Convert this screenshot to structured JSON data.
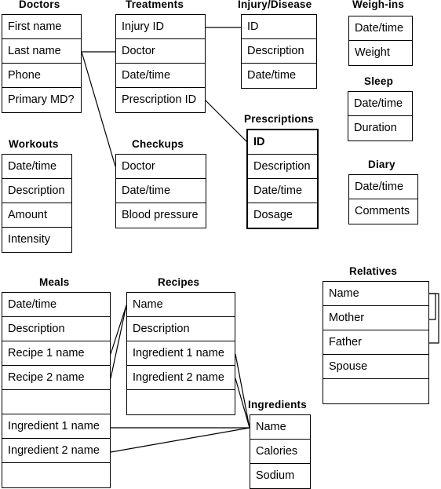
{
  "tables": [
    {
      "id": "doctors",
      "title": "Doctors",
      "fields": [
        "First name",
        "Last name",
        "Phone",
        "Primary MD?"
      ],
      "blank_rows": 0
    },
    {
      "id": "treatments",
      "title": "Treatments",
      "fields": [
        "Injury ID",
        "Doctor",
        "Date/time",
        "Prescription ID"
      ],
      "blank_rows": 0
    },
    {
      "id": "injury_disease",
      "title": "Injury/Disease",
      "fields": [
        "ID",
        "Description",
        "Date/time"
      ],
      "blank_rows": 0
    },
    {
      "id": "weigh_ins",
      "title": "Weigh-ins",
      "fields": [
        "Date/time",
        "Weight"
      ],
      "blank_rows": 0
    },
    {
      "id": "sleep",
      "title": "Sleep",
      "fields": [
        "Date/time",
        "Duration"
      ],
      "blank_rows": 0
    },
    {
      "id": "prescriptions",
      "title": "Prescriptions",
      "fields": [
        "ID",
        "Description",
        "Date/time",
        "Dosage"
      ],
      "blank_rows": 0
    },
    {
      "id": "diary",
      "title": "Diary",
      "fields": [
        "Date/time",
        "Comments"
      ],
      "blank_rows": 0
    },
    {
      "id": "workouts",
      "title": "Workouts",
      "fields": [
        "Date/time",
        "Description",
        "Amount",
        "Intensity"
      ],
      "blank_rows": 0
    },
    {
      "id": "checkups",
      "title": "Checkups",
      "fields": [
        "Doctor",
        "Date/time",
        "Blood pressure"
      ],
      "blank_rows": 0
    },
    {
      "id": "meals",
      "title": "Meals",
      "fields": [
        "Date/time",
        "Description",
        "Recipe 1 name",
        "Recipe 2 name",
        "",
        "Ingredient 1 name",
        "Ingredient 2 name"
      ],
      "blank_rows": 1
    },
    {
      "id": "recipes",
      "title": "Recipes",
      "fields": [
        "Name",
        "Description",
        "Ingredient 1 name",
        "Ingredient 2 name"
      ],
      "blank_rows": 1
    },
    {
      "id": "relatives",
      "title": "Relatives",
      "fields": [
        "Name",
        "Mother",
        "Father",
        "Spouse"
      ],
      "blank_rows": 1
    },
    {
      "id": "ingredients",
      "title": "Ingredients",
      "fields": [
        "Name",
        "Calories",
        "Sodium"
      ],
      "blank_rows": 0
    }
  ],
  "relationships": [
    {
      "from": "doctors.Last name",
      "to": "treatments.Doctor"
    },
    {
      "from": "doctors.Last name",
      "to": "checkups.Doctor"
    },
    {
      "from": "treatments.Injury ID",
      "to": "injury_disease.ID"
    },
    {
      "from": "treatments.Prescription ID",
      "to": "prescriptions.ID"
    },
    {
      "from": "meals.Recipe 1 name",
      "to": "recipes.Name"
    },
    {
      "from": "meals.Recipe 2 name",
      "to": "recipes.Name"
    },
    {
      "from": "meals.Ingredient 1 name",
      "to": "ingredients.Name"
    },
    {
      "from": "meals.Ingredient 2 name",
      "to": "ingredients.Name"
    },
    {
      "from": "recipes.Ingredient 1 name",
      "to": "ingredients.Name"
    },
    {
      "from": "recipes.Ingredient 2 name",
      "to": "ingredients.Name"
    },
    {
      "from": "relatives.Mother",
      "to": "relatives.Name"
    },
    {
      "from": "relatives.Father",
      "to": "relatives.Name"
    }
  ]
}
